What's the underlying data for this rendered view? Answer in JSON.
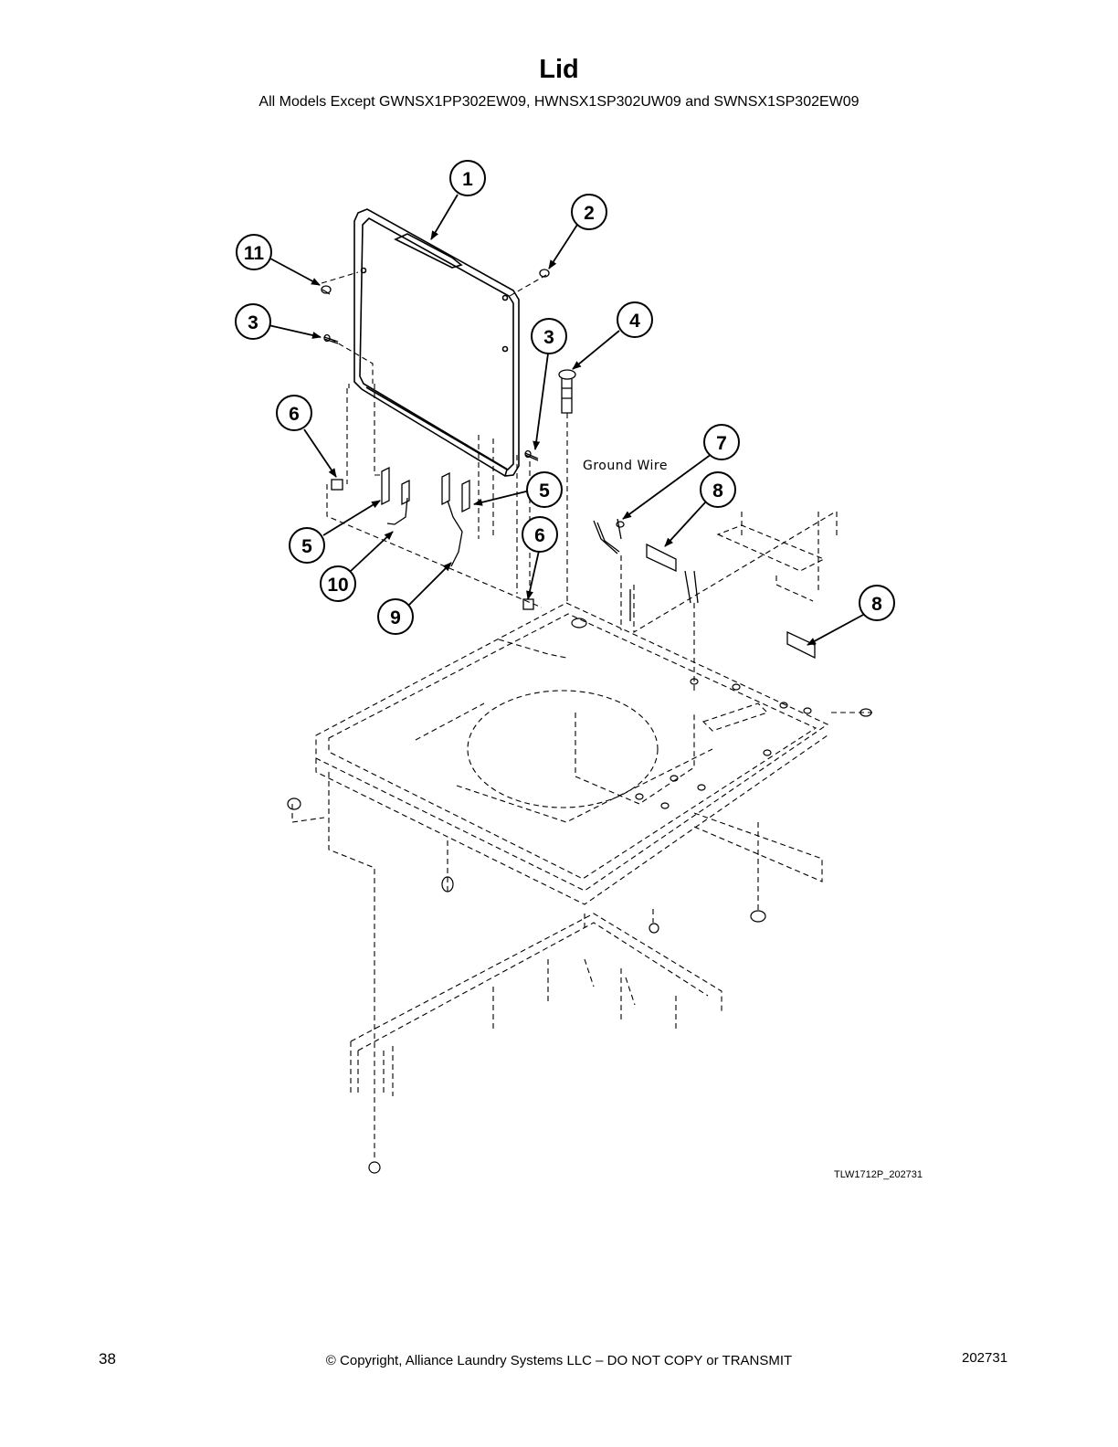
{
  "header": {
    "title": "Lid",
    "subtitle": "All Models Except GWNSX1PP302EW09, HWNSX1SP302UW09 and SWNSX1SP302EW09"
  },
  "diagram": {
    "ground_wire_label": "Ground Wire",
    "figure_id": "TLW1712P_202731",
    "callouts": [
      "1",
      "2",
      "11",
      "3",
      "3",
      "4",
      "6",
      "7",
      "8",
      "5",
      "5",
      "6",
      "10",
      "9",
      "8"
    ]
  },
  "footer": {
    "page_number": "38",
    "copyright": "© Copyright, Alliance Laundry Systems LLC – DO NOT COPY or TRANSMIT",
    "doc_number": "202731"
  }
}
